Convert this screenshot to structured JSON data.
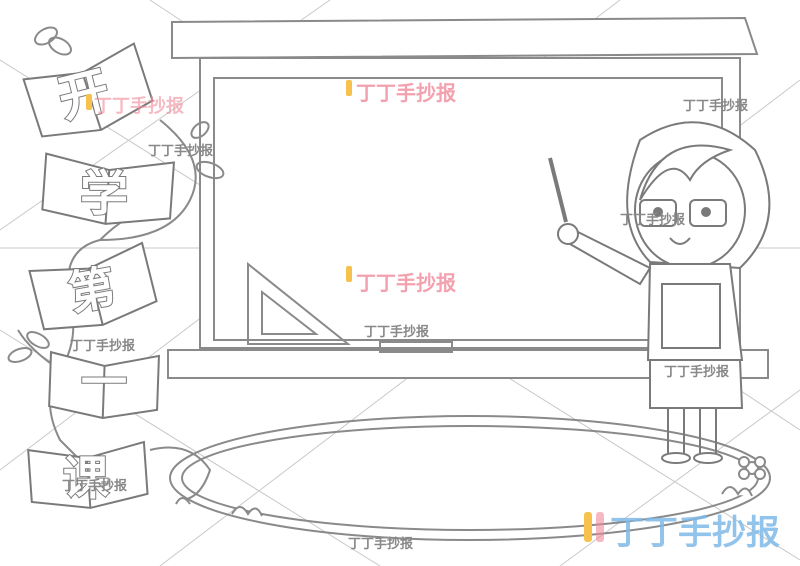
{
  "title_chars": [
    "开",
    "学",
    "第",
    "一",
    "课"
  ],
  "watermark": {
    "brand_small": "丁丁手抄报",
    "brand_color": "#f08a9a",
    "brand_logo_colors": [
      "#f6c14c",
      "#f08a9a",
      "#7fb8e8"
    ]
  },
  "colors": {
    "line": "#8a8a8a",
    "diagonal": "#bdbdbd",
    "char_fill": "#ffffff",
    "char_stroke": "#7a7a7a"
  }
}
